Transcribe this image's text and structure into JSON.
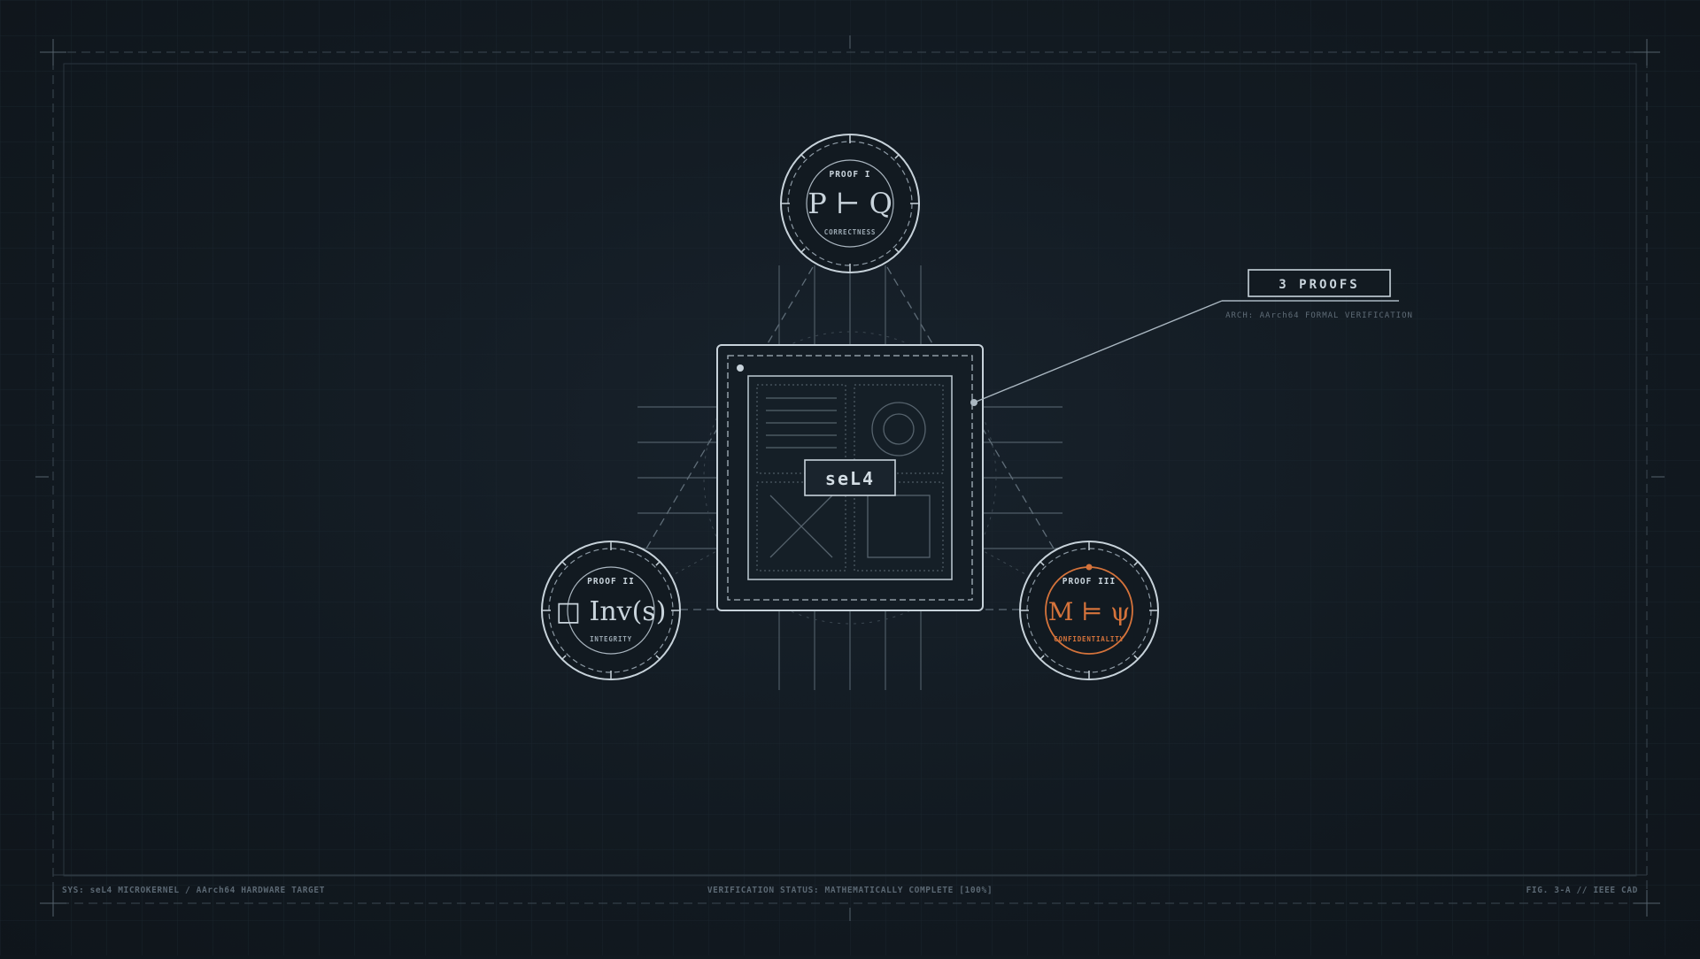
{
  "kernel": {
    "label": "seL4"
  },
  "callout": {
    "badge": "3 PROOFS",
    "subtitle": "ARCH: AArch64 FORMAL VERIFICATION"
  },
  "proofs": [
    {
      "id": "proof-1",
      "title": "PROOF I",
      "formula": "P ⊢ Q",
      "caption": "CORRECTNESS",
      "accent": "#c9d4dc"
    },
    {
      "id": "proof-2",
      "title": "PROOF II",
      "formula": "□ Inv(s)",
      "caption": "INTEGRITY",
      "accent": "#c9d4dc"
    },
    {
      "id": "proof-3",
      "title": "PROOF III",
      "formula": "M ⊨ ψ",
      "caption": "CONFIDENTIALITY",
      "accent": "#d5733b"
    }
  ],
  "footer": {
    "left": "SYS: seL4 MICROKERNEL / AArch64 HARDWARE TARGET",
    "center": "VERIFICATION STATUS: MATHEMATICALLY COMPLETE [100%]",
    "right": "FIG. 3-A // IEEE CAD"
  },
  "colors": {
    "line": "#9fb0bc",
    "line_dim": "#4d5a64",
    "text": "#c9d4dc",
    "accent": "#d5733b"
  }
}
